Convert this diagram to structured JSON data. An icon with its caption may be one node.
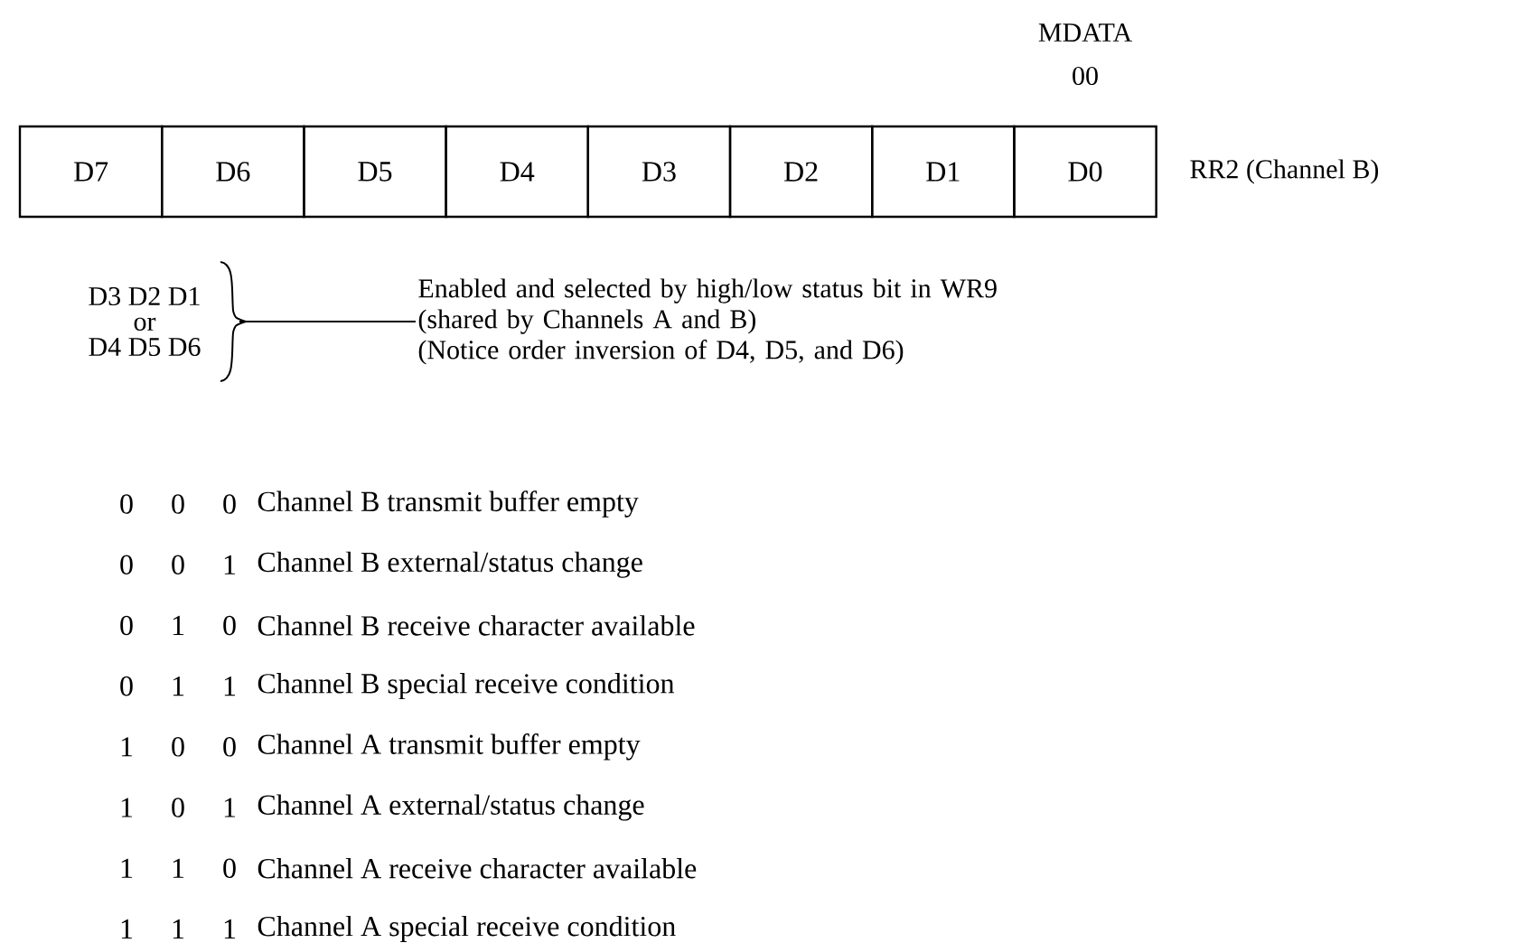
{
  "diagram": {
    "nodes": [
      {
        "text": [
          "D7"
        ]
      },
      {
        "text": [
          "D6"
        ]
      },
      {
        "text": [
          "D5"
        ]
      },
      {
        "text": [
          "D4"
        ]
      },
      {
        "text": [
          "D3"
        ]
      },
      {
        "text": [
          "D2"
        ]
      },
      {
        "text": [
          "D1"
        ]
      },
      {
        "text": [
          "D0"
        ],
        "beside": [
          "MDATA",
          "00"
        ]
      },
      {
        "text": [
          "D3 D2 D1",
          "or",
          "D4 D5 D6"
        ]
      },
      {
        "text": [
          "Enabled and selected by high/low status bit in WR9 (shared by Channels A and B)",
          "(Notice order inversion of D4, D5, and D6)"
        ]
      }
    ],
    "edges": [
      {
        "from": 8,
        "to": 9,
        "arrow": "none"
      }
    ],
    "labels": [
      "RR2 (Channel B)",
      "0",
      "0",
      "0",
      "Channel B transmit buffer empty",
      "0",
      "0",
      "1",
      "Channel B external/status change",
      "0",
      "1",
      "0",
      "Channel B receive character available",
      "0",
      "1",
      "1",
      "Channel B special receive condition",
      "1",
      "0",
      "0",
      "Channel A transmit buffer empty",
      "1",
      "0",
      "1",
      "Channel A external/status change",
      "1",
      "1",
      "0",
      "Channel A receive character available",
      "1",
      "1",
      "1",
      "Channel A special receive condition"
    ]
  }
}
